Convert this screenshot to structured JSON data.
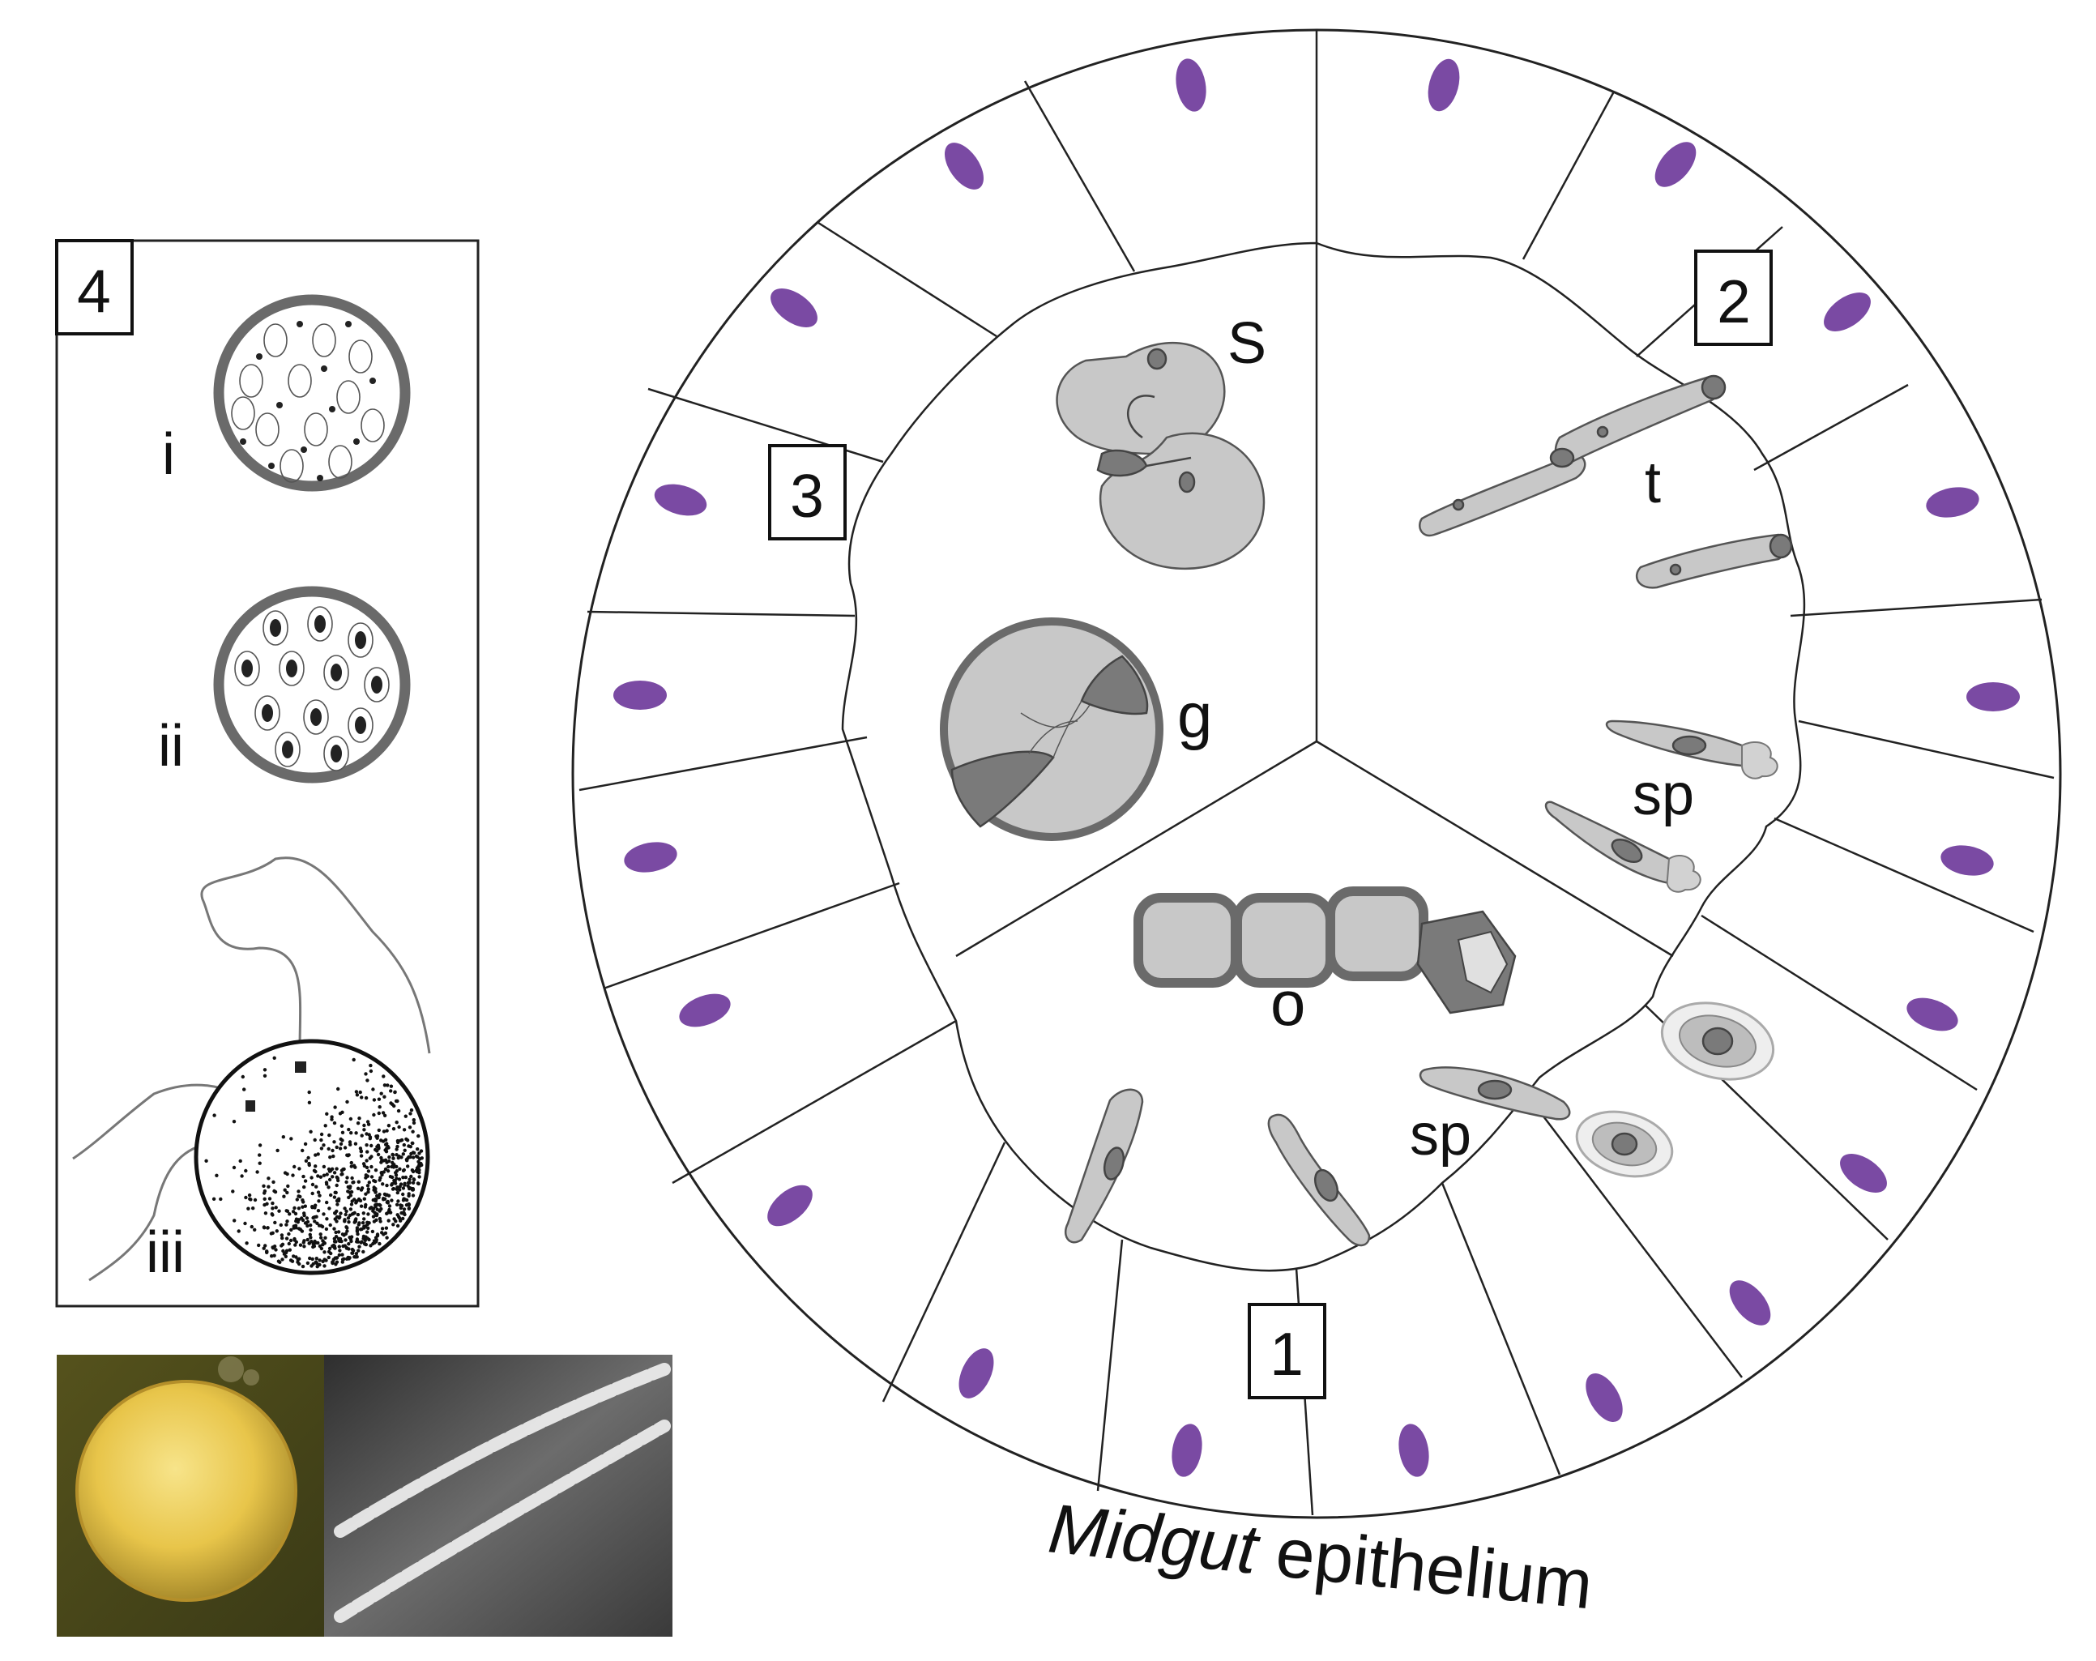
{
  "caption": "Midgut epithelium",
  "caption_italic": "Midgut",
  "caption_rest": " epithelium",
  "panel_numbers": {
    "p1": "1",
    "p2": "2",
    "p3": "3",
    "p4": "4"
  },
  "parasite_labels": {
    "s": "S",
    "g": "g",
    "o": "o",
    "t": "t",
    "sp_upper": "sp",
    "sp_lower": "sp"
  },
  "inset_labels": {
    "i": "i",
    "ii": "ii",
    "iii": "iii"
  },
  "colors": {
    "nucleus": "#7a4aa3",
    "parasite_light": "#c8c8c8",
    "parasite_dark": "#7a7a7a",
    "outline": "#222222"
  }
}
